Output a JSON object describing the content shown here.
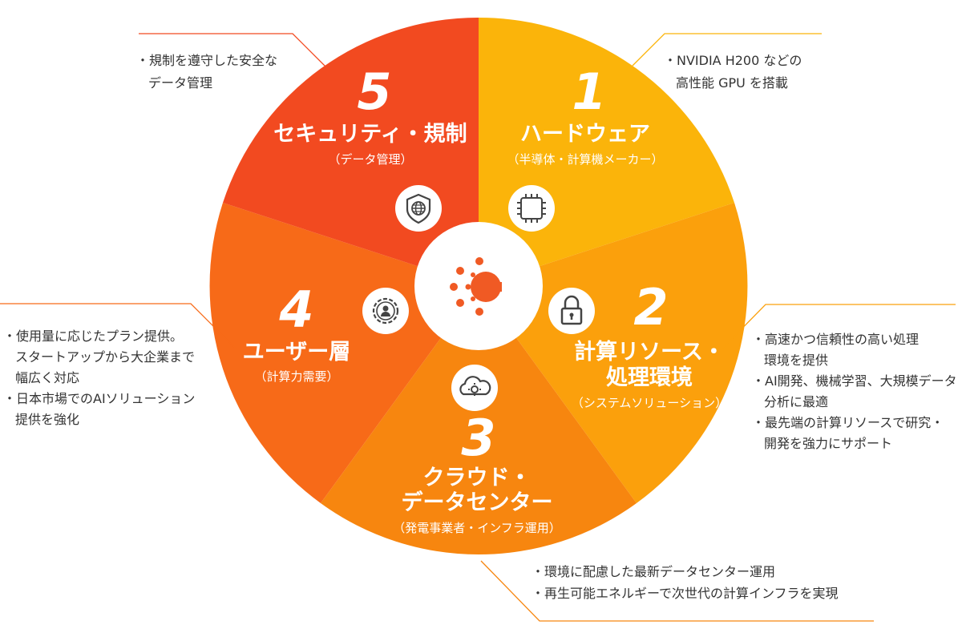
{
  "center": {
    "icon": "network-hub-icon"
  },
  "colors": {
    "segment_1": "#FBB40A",
    "segment_2": "#FBA00C",
    "segment_3": "#F7860F",
    "segment_4": "#F76A18",
    "segment_5": "#F24A20",
    "center_icon": "#F05A24"
  },
  "segments": [
    {
      "number": "1",
      "title_lines": [
        "ハードウェア"
      ],
      "subtitle": "（半導体・計算機メーカー）",
      "icon": "gpu-chip-icon",
      "notes": [
        "・NVIDIA H200 などの",
        "高性能 GPU を搭載"
      ]
    },
    {
      "number": "2",
      "title_lines": [
        "計算リソース・",
        "処理環境"
      ],
      "subtitle": "（システムソリューション）",
      "icon": "lock-icon",
      "notes": [
        "・高速かつ信頼性の高い処理",
        "環境を提供",
        "・AI開発、機械学習、大規模データ",
        "分析に最適",
        "・最先端の計算リソースで研究・",
        "開発を強力にサポート"
      ]
    },
    {
      "number": "3",
      "title_lines": [
        "クラウド・",
        "データセンター"
      ],
      "subtitle": "（発電事業者・インフラ運用）",
      "icon": "cloud-gear-icon",
      "notes": [
        "・環境に配慮した最新データセンター運用",
        "・再生可能エネルギーで次世代の計算インフラを実現"
      ]
    },
    {
      "number": "4",
      "title_lines": [
        "ユーザー層"
      ],
      "subtitle": "（計算力需要）",
      "icon": "user-gear-icon",
      "notes": [
        "・使用量に応じたプラン提供。",
        "スタートアップから大企業まで",
        "幅広く対応",
        "・日本市場でのAIソリューション",
        "提供を強化"
      ]
    },
    {
      "number": "5",
      "title_lines": [
        "セキュリティ・規制"
      ],
      "subtitle": "（データ管理）",
      "icon": "shield-globe-icon",
      "notes": [
        "・規制を遵守した安全な",
        "データ管理"
      ]
    }
  ]
}
